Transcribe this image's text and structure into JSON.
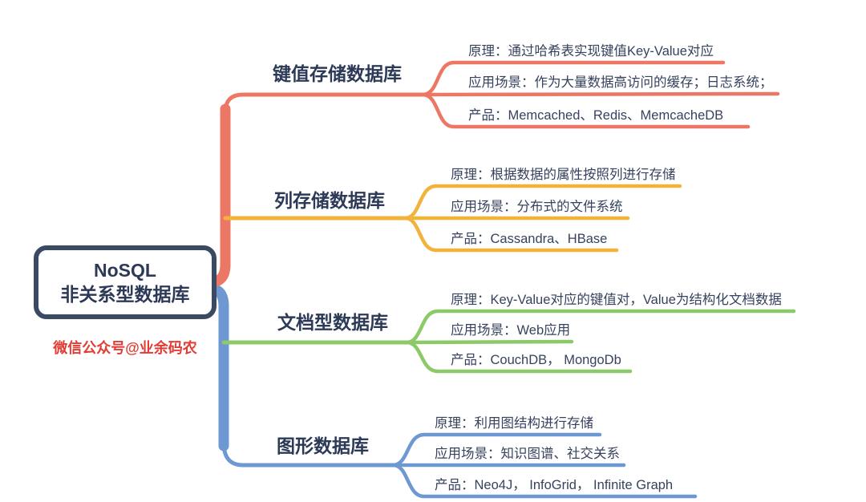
{
  "root": {
    "title": "NoSQL",
    "subtitle": "非关系型数据库",
    "border_color": "#3b4a63",
    "text_color": "#2c3a57"
  },
  "caption": {
    "text": "微信公众号@业余码农",
    "color": "#e23d35"
  },
  "branches": [
    {
      "label": "键值存储数据库",
      "color": "#ed7765",
      "leaves": [
        "原理：通过哈希表实现键值Key-Value对应",
        "应用场景：作为大量数据高访问的缓存；日志系统；",
        "产品：Memcached、Redis、MemcacheDB"
      ]
    },
    {
      "label": "列存储数据库",
      "color": "#f2b33b",
      "leaves": [
        "原理：根据数据的属性按照列进行存储",
        "应用场景：分布式的文件系统",
        "产品：Cassandra、HBase"
      ]
    },
    {
      "label": "文档型数据库",
      "color": "#8cc969",
      "leaves": [
        "原理：Key-Value对应的键值对，Value为结构化文档数据",
        "应用场景：Web应用",
        "产品：CouchDB， MongoDb"
      ]
    },
    {
      "label": "图形数据库",
      "color": "#6d98d2",
      "leaves": [
        "原理：利用图结构进行存储",
        "应用场景：知识图谱、社交关系",
        "产品：Neo4J， InfoGrid， Infinite Graph"
      ]
    }
  ]
}
